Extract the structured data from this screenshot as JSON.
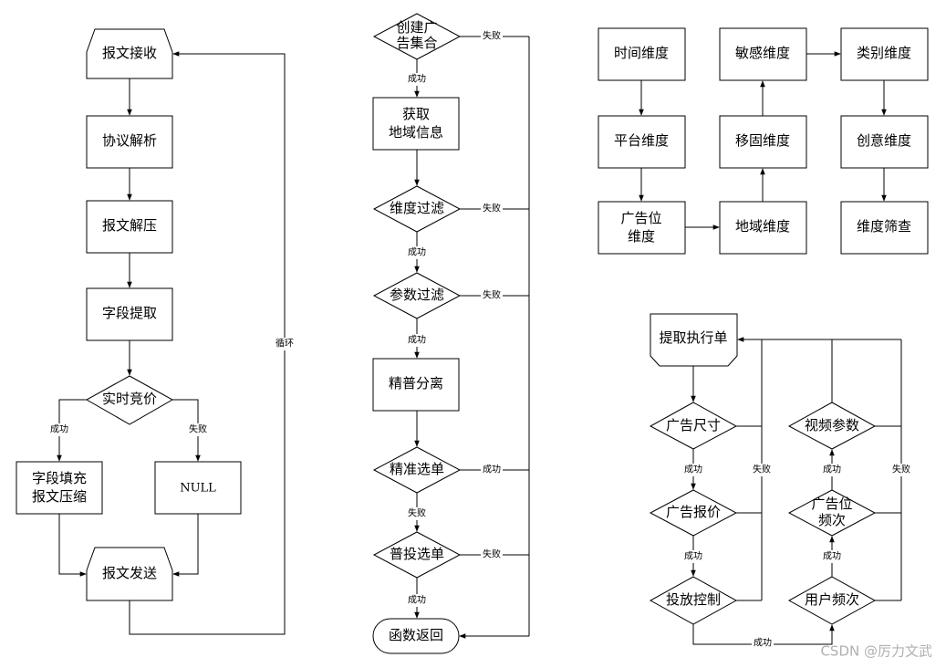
{
  "flow1": {
    "receive": "报文接收",
    "parse": "协议解析",
    "decompress": "报文解压",
    "extract": "字段提取",
    "rtb": "实时竞价",
    "success": "成功",
    "fail": "失败",
    "fill_line1": "字段填充",
    "fill_line2": "报文压缩",
    "null": "NULL",
    "send": "报文发送",
    "loop": "循环"
  },
  "flow2": {
    "create_line1": "创建广",
    "create_line2": "告集合",
    "fail_top": "失败",
    "success1": "成功",
    "geo_line1": "获取",
    "geo_line2": "地域信息",
    "dim_filter": "维度过滤",
    "fail_dim": "失败",
    "success2": "成功",
    "param_filter": "参数过滤",
    "fail_param": "失败",
    "success3": "成功",
    "split": "精普分离",
    "precise_select": "精准选单",
    "success_precise": "成功",
    "fail_precise": "失败",
    "general_select": "普投选单",
    "fail_general": "失败",
    "success_general": "成功",
    "return": "函数返回"
  },
  "flow3": {
    "time": "时间维度",
    "platform": "平台维度",
    "adpos_line1": "广告位",
    "adpos_line2": "维度",
    "region": "地域维度",
    "mobile": "移固维度",
    "sensitive": "敏感维度",
    "category": "类别维度",
    "creative": "创意维度",
    "screen": "维度筛查"
  },
  "flow4": {
    "fetch": "提取执行单",
    "size": "广告尺寸",
    "success_size": "成功",
    "price": "广告报价",
    "success_price": "成功",
    "control": "投放控制",
    "success_control": "成功",
    "fail_left": "失败",
    "user_freq": "用户频次",
    "success_user": "成功",
    "adpos_freq_line1": "广告位",
    "adpos_freq_line2": "频次",
    "success_adpos": "成功",
    "video": "视频参数",
    "fail_right": "失败"
  },
  "watermark": "CSDN @厉力文武"
}
